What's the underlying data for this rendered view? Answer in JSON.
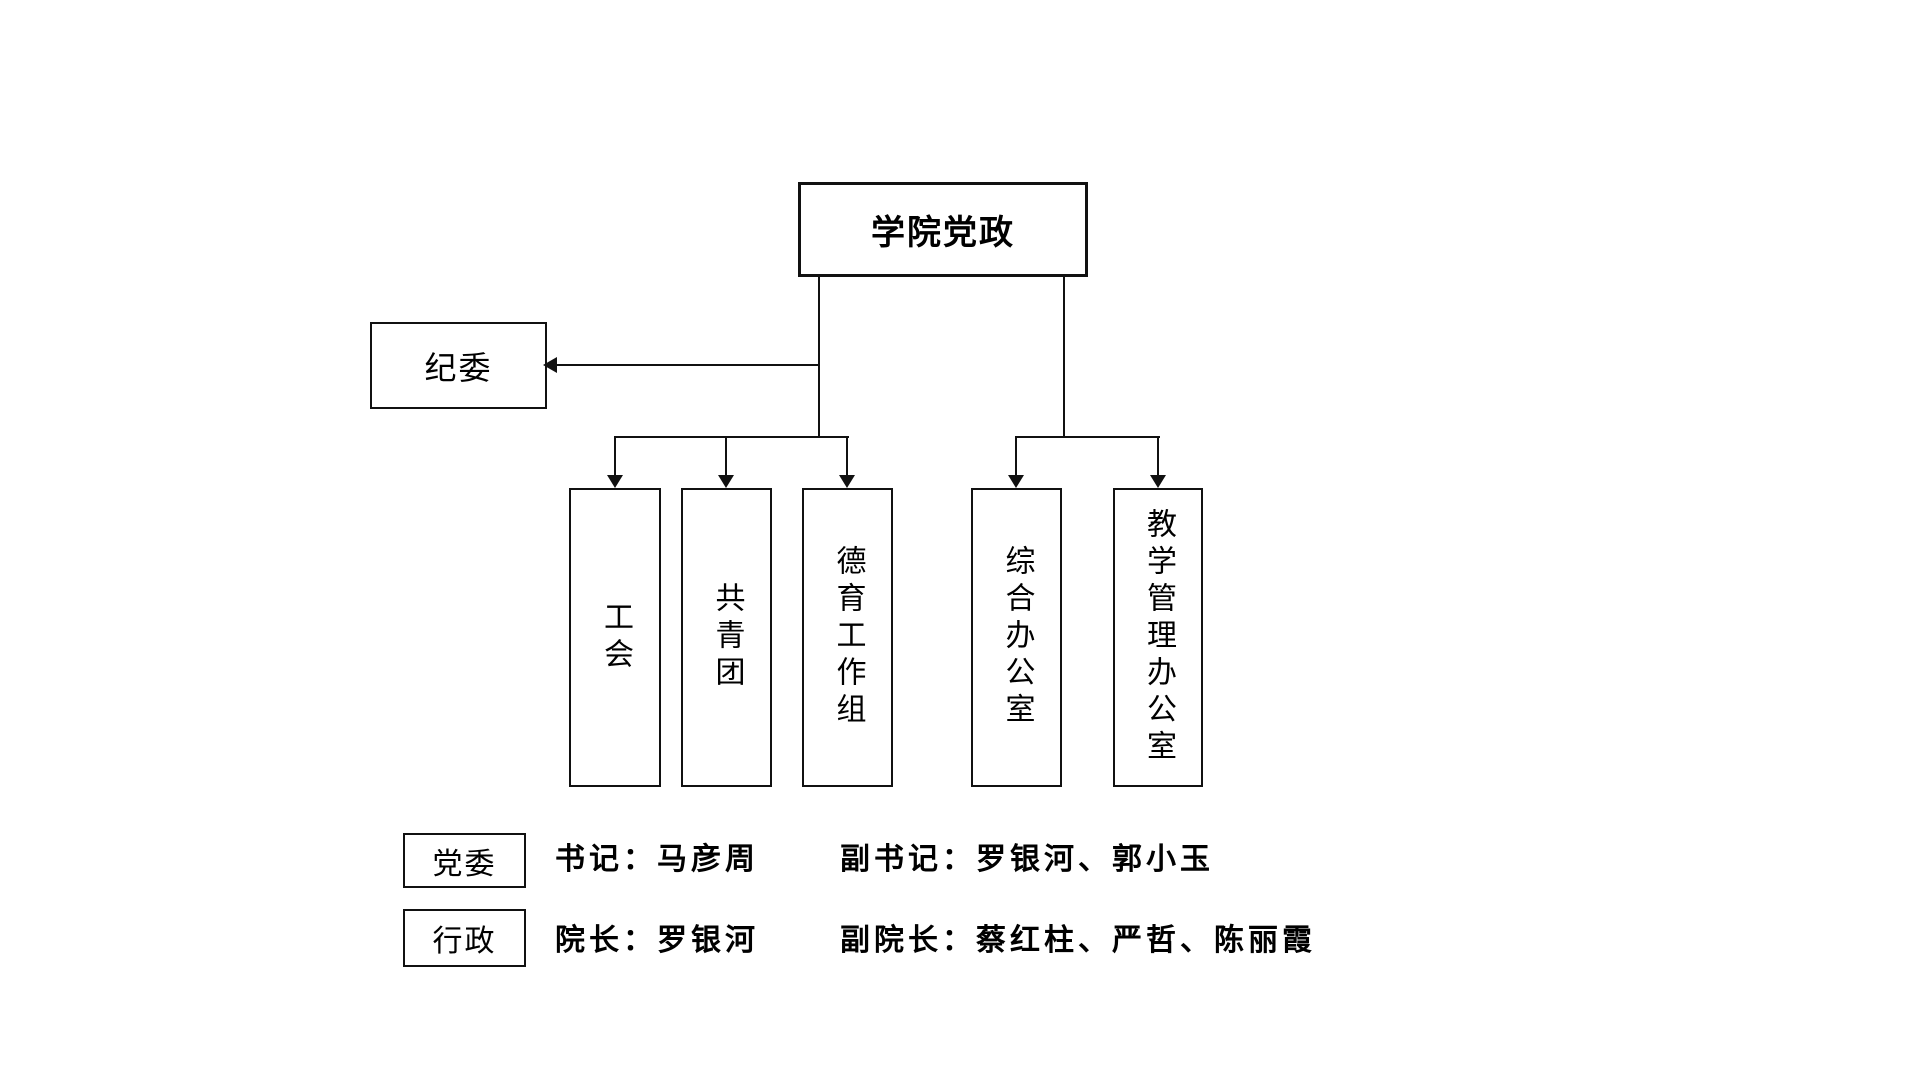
{
  "diagram": {
    "root": {
      "label": "学院党政"
    },
    "discipline": {
      "label": "纪委"
    },
    "departments": [
      {
        "label": "工会"
      },
      {
        "label": "共青团"
      },
      {
        "label": "德育工作组"
      },
      {
        "label": "综合办公室"
      },
      {
        "label": "教学管理办公室"
      }
    ],
    "legend": [
      {
        "category": "党委",
        "primary": "书记：马彦周",
        "secondary": "副书记：罗银河、郭小玉"
      },
      {
        "category": "行政",
        "primary": "院长：罗银河",
        "secondary": "副院长：蔡红柱、严哲、陈丽霞"
      }
    ],
    "colors": {
      "line": "#111111",
      "background": "#ffffff",
      "text": "#000000"
    }
  }
}
